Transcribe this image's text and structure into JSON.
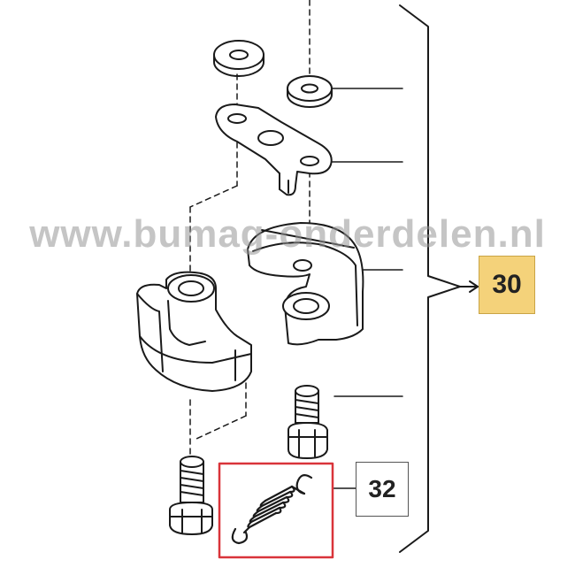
{
  "watermark": {
    "text": "www.bumag-onderdelen.nl"
  },
  "callouts": {
    "assembly": {
      "number": "30",
      "fill": "#f4d27a"
    },
    "spring": {
      "number": "32",
      "fill": "#ffffff"
    }
  },
  "highlight": {
    "color": "#d9343a"
  },
  "line_color": "#1a1a1a",
  "parts": [
    "washer-icon",
    "washer-icon",
    "clutch-plate-icon",
    "clutch-shoe-icon",
    "clutch-shoe-icon",
    "shoulder-bolt-icon",
    "shoulder-bolt-icon",
    "tension-spring-icon"
  ]
}
